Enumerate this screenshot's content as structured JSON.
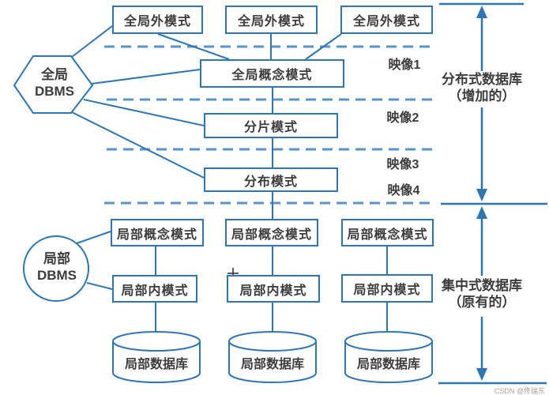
{
  "nodes": {
    "global_external": [
      "全局外模式",
      "全局外模式",
      "全局外模式"
    ],
    "global_conceptual": "全局概念模式",
    "fragmentation": "分片模式",
    "distribution": "分布模式",
    "local_conceptual": [
      "局部概念模式",
      "局部概念模式",
      "局部概念模式"
    ],
    "local_internal": [
      "局部内模式",
      "局部内模式",
      "局部内模式"
    ],
    "local_database": [
      "局部数据库",
      "局部数据库",
      "局部数据库"
    ],
    "global_dbms": {
      "line1": "全局",
      "line2": "DBMS"
    },
    "local_dbms": {
      "line1": "局部",
      "line2": "DBMS"
    }
  },
  "mappings": [
    "映像1",
    "映像2",
    "映像3",
    "映像4"
  ],
  "annotations": {
    "distributed": {
      "line1": "分布式数据库",
      "line2": "（增加的）"
    },
    "centralized": {
      "line1": "集中式数据库",
      "line2": "（原有的）"
    }
  },
  "watermark": "CSDN @佟瑞东",
  "colors": {
    "line": "#2e75b6",
    "dashed": "#5a93c9",
    "text": "#3c3c3c"
  }
}
